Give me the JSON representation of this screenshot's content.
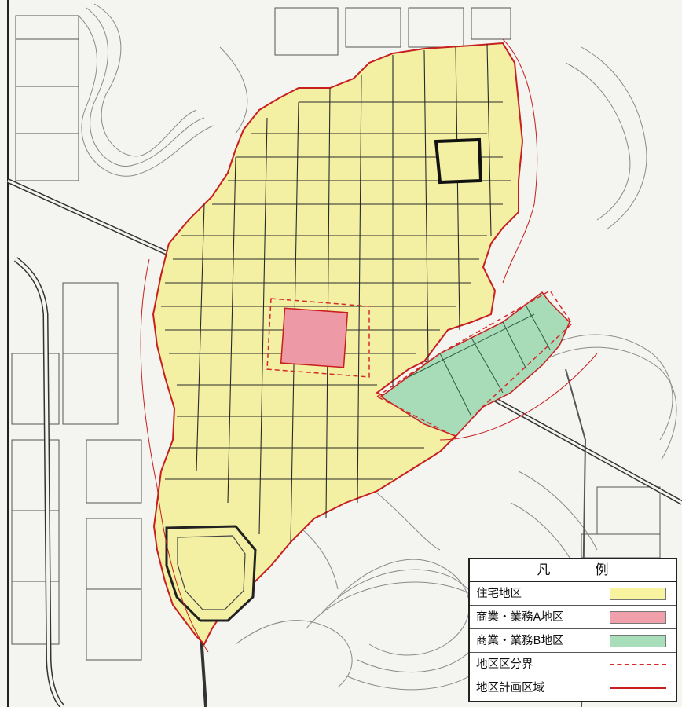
{
  "map": {
    "colors": {
      "background": "#f4f4f1",
      "terrain_line": "#7a7a7a",
      "road": "#3a3a3a",
      "residential": "#f3f0a4",
      "commercial_a": "#ee9aa6",
      "commercial_b": "#a8dcb8",
      "boundary_red": "#c81e1e"
    }
  },
  "legend": {
    "title": "凡　例",
    "items": [
      {
        "label": "住宅地区",
        "kind": "fill",
        "color": "#f7f39e"
      },
      {
        "label": "商業・業務A地区",
        "kind": "fill",
        "color": "#f0a0aa"
      },
      {
        "label": "商業・業務B地区",
        "kind": "fill",
        "color": "#a8deb9"
      },
      {
        "label": "地区区分界",
        "kind": "dashed-line",
        "color": "#d42a2a"
      },
      {
        "label": "地区計画区域",
        "kind": "solid-line",
        "color": "#c81e1e"
      }
    ]
  }
}
